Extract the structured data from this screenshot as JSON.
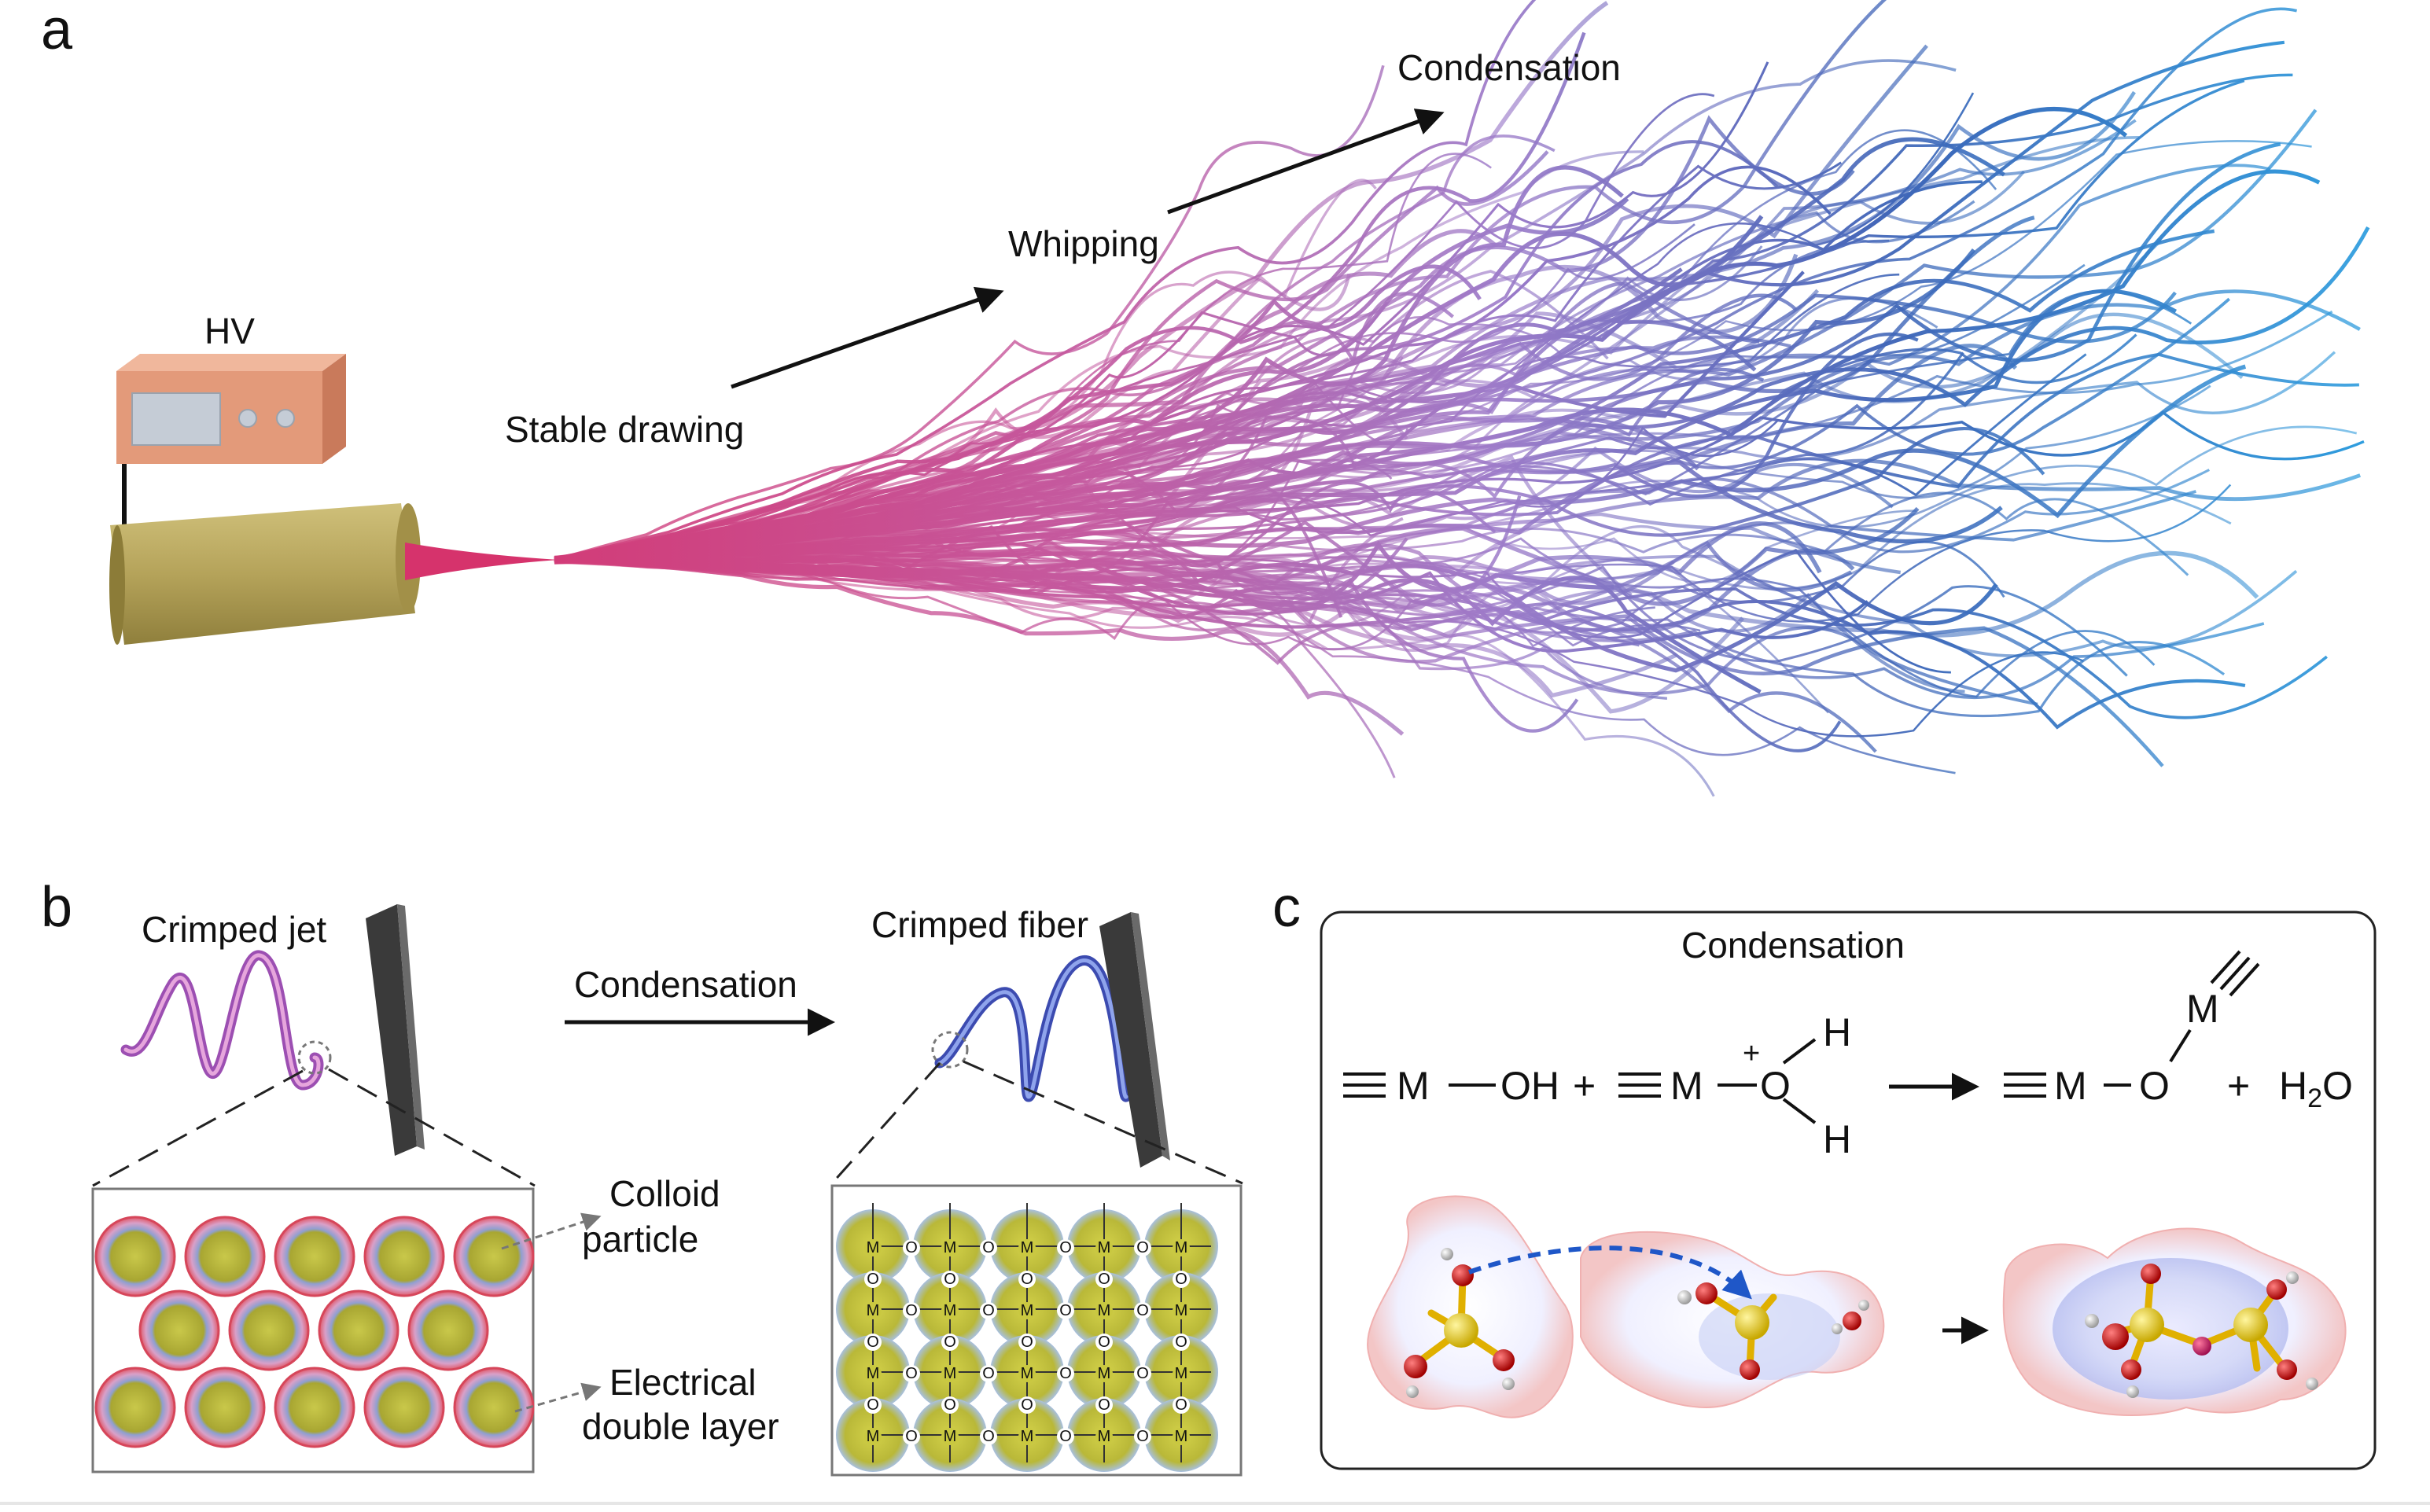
{
  "panels": {
    "a": "a",
    "b": "b",
    "c": "c"
  },
  "panel_a": {
    "hv_label": "HV",
    "stage_labels": [
      "Stable drawing",
      "Whipping",
      "Condensation"
    ]
  },
  "panel_b": {
    "jet_label": "Crimped jet",
    "fiber_label": "Crimped fiber",
    "arrow_label": "Condensation",
    "callout_colloid": [
      "Colloid",
      "particle"
    ],
    "callout_edl": [
      "Electrical",
      "double layer"
    ],
    "grid_atom_metal": "M",
    "grid_atom_oxygen": "O"
  },
  "panel_c": {
    "title": "Condensation",
    "reactant1_metal": "M",
    "reactant1_group": "OH",
    "plus": "+",
    "reactant2_metal": "M",
    "reactant2_oxygen": "O",
    "reactant2_charge": "+",
    "hydrogen": "H",
    "product_metal": "M",
    "product_oxygen": "O",
    "water": "H2O",
    "water_base": "H",
    "water_sub": "2",
    "water_tail": "O"
  },
  "colors": {
    "fiber_start": "#d6336c",
    "fiber_mid": "#9d6fc4",
    "fiber_end": "#2f86d6",
    "cylinder": "#b9a860",
    "hv_box": "#e39a7a",
    "colloid_core": "#b8b83a",
    "colloid_shell": "#d85a6a",
    "molecule_s": "#e8d21c",
    "molecule_o": "#d01616"
  }
}
